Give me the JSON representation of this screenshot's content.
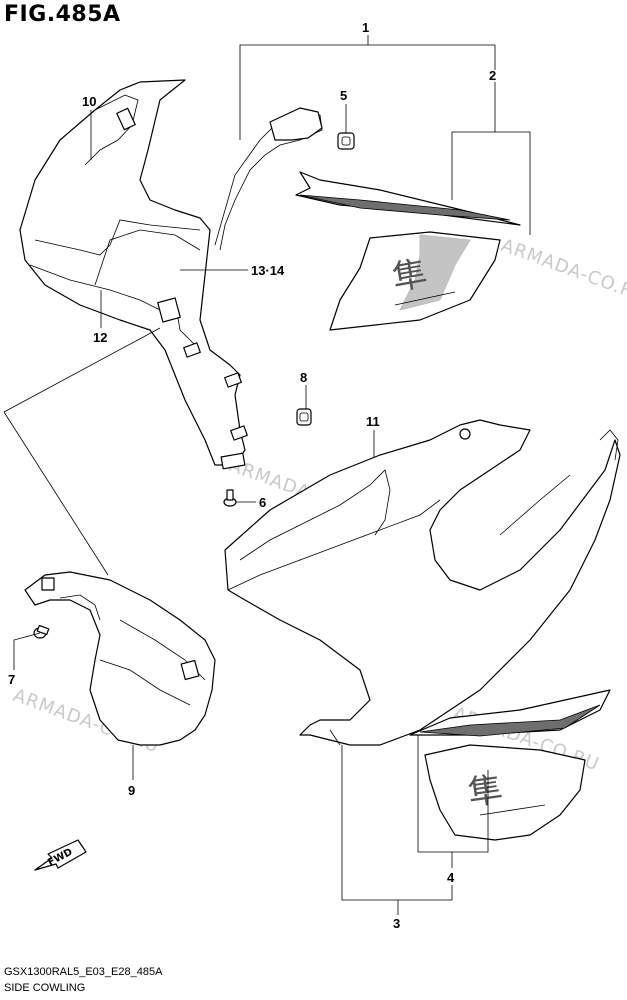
{
  "figure": {
    "title": "FIG.485A",
    "code": "GSX1300RAL5_E03_E28_485A",
    "subtitle": "SIDE COWLING"
  },
  "watermark": {
    "text": "ARMADA-CO.RU"
  },
  "fwd_arrow": {
    "label": "FWD"
  },
  "callouts": {
    "c1": "1",
    "c2": "2",
    "c3": "3",
    "c4": "4",
    "c5": "5",
    "c6": "6",
    "c7": "7",
    "c8": "8",
    "c9": "9",
    "c10": "10",
    "c11": "11",
    "c12": "12",
    "c13_14": "13·14"
  }
}
